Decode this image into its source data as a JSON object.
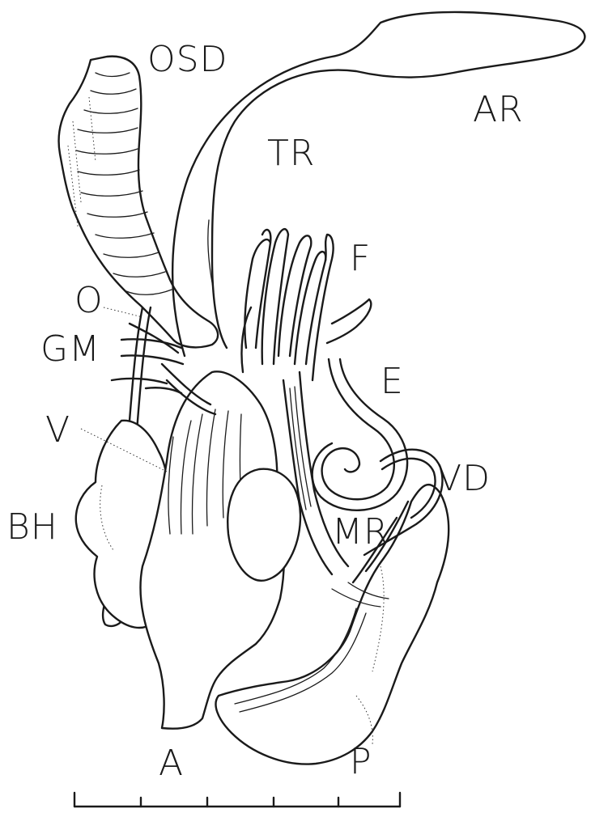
{
  "labels": {
    "osd": "OSD",
    "ar": "AR",
    "tr": "TR",
    "f": "F",
    "o": "O",
    "gm": "GM",
    "e": "E",
    "v": "V",
    "vd": "VD",
    "bh": "BH",
    "mr": "MR",
    "a": "A",
    "p": "P"
  }
}
